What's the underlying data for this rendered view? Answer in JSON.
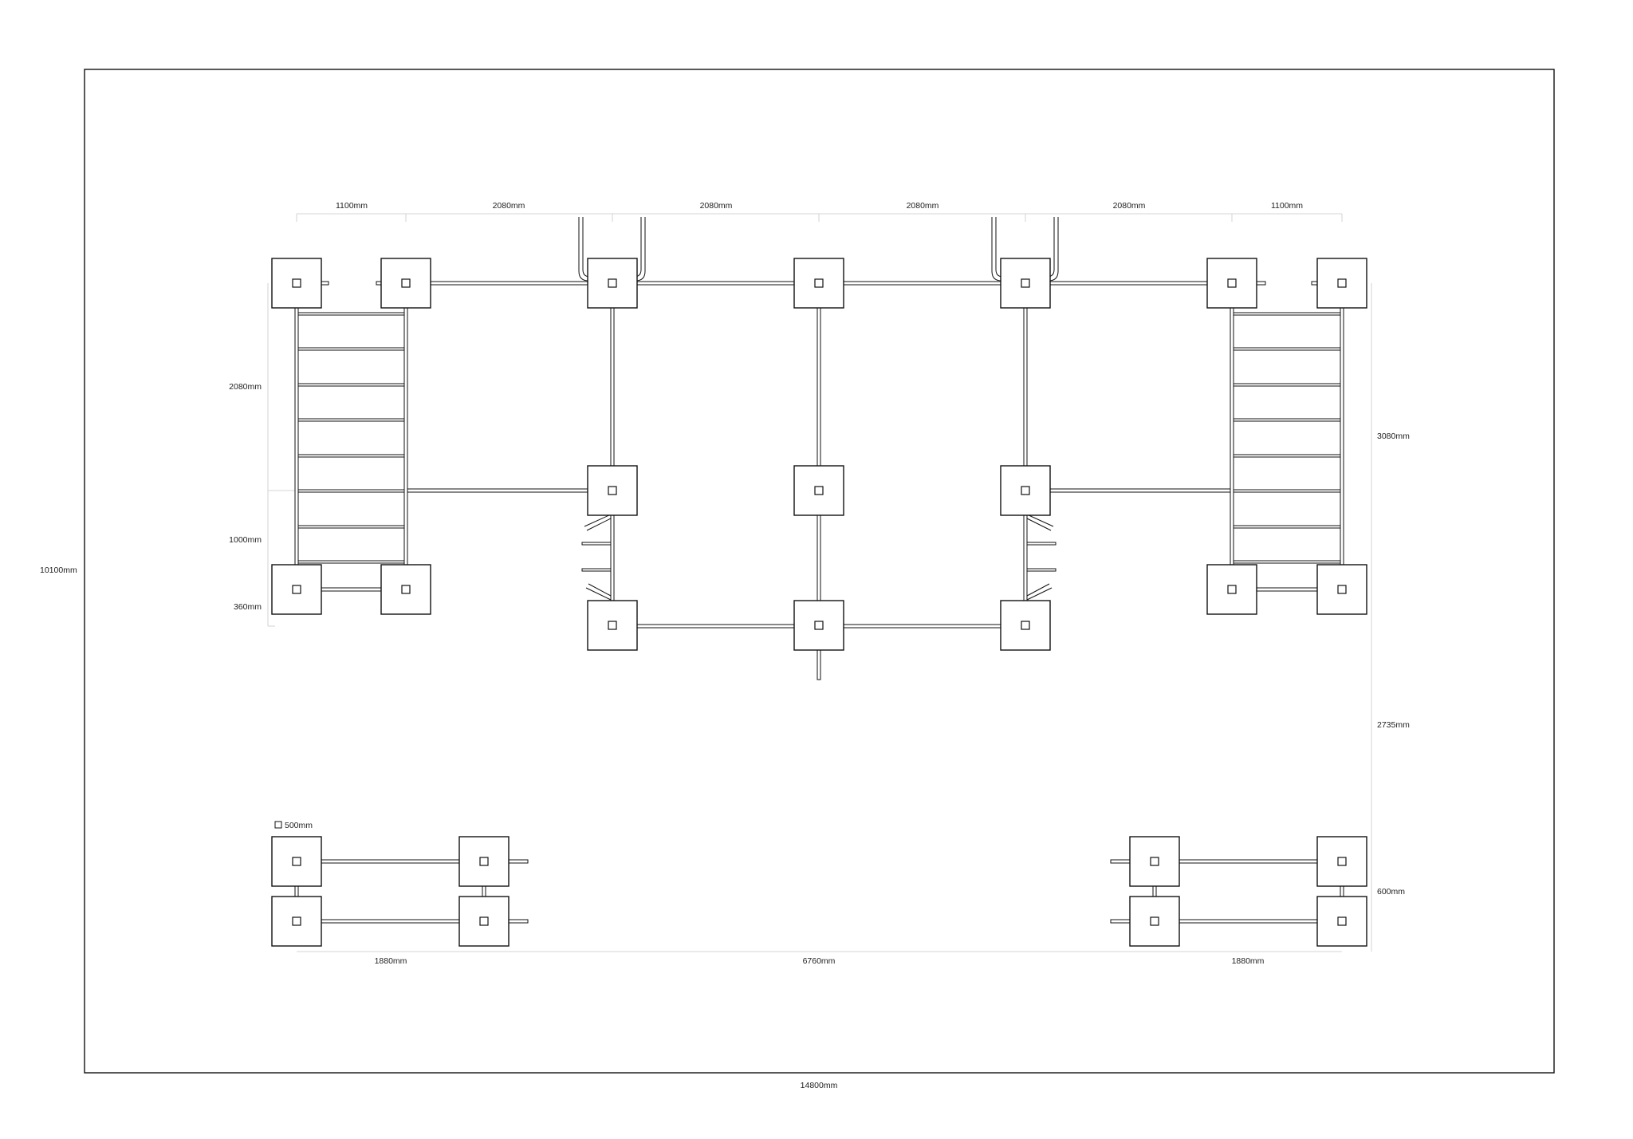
{
  "drawing": {
    "unit": "mm",
    "dimensions": {
      "top": [
        "1100",
        "2080",
        "2080",
        "2080",
        "2080",
        "1100"
      ],
      "left": [
        "2080",
        "1000",
        "360"
      ],
      "right": [
        "3080",
        "2735",
        "600"
      ],
      "bottom": [
        "1880",
        "6760",
        "1880"
      ],
      "overall_width": "14800",
      "overall_height": "10100",
      "pad_size": "500"
    }
  },
  "colors": {
    "line": "#111111",
    "dimension_line": "#c8c8c8",
    "background": "#ffffff"
  }
}
